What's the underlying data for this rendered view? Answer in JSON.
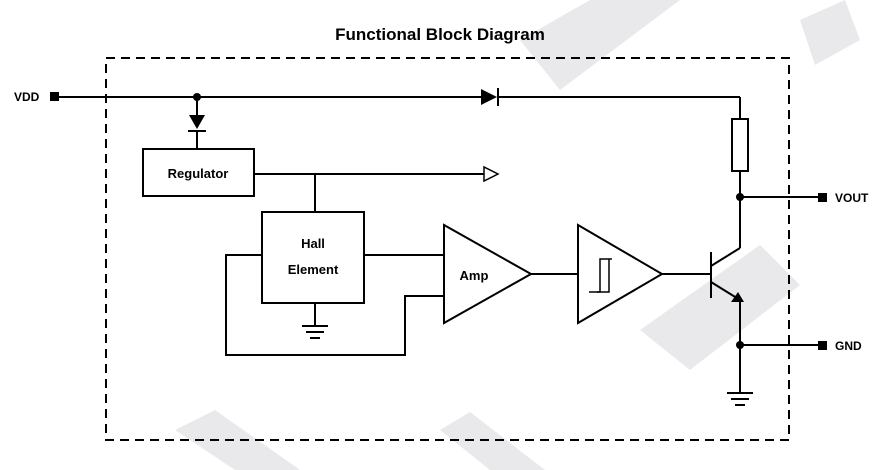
{
  "title": "Functional Block Diagram",
  "pins": {
    "vdd": "VDD",
    "vout": "VOUT",
    "gnd": "GND"
  },
  "blocks": {
    "regulator": "Regulator",
    "hall_line1": "Hall",
    "hall_line2": "Element",
    "amp": "Amp"
  },
  "colors": {
    "line": "#000000",
    "background": "#ffffff",
    "watermark": "#e9e9ec"
  },
  "icons": {
    "vdd_diode": "diode-icon",
    "regulator_diode": "diode-icon",
    "pull_up_resistor": "resistor-icon",
    "schmitt_trigger": "schmitt-trigger-icon",
    "output_transistor": "npn-transistor-icon",
    "ground": "ground-icon"
  }
}
